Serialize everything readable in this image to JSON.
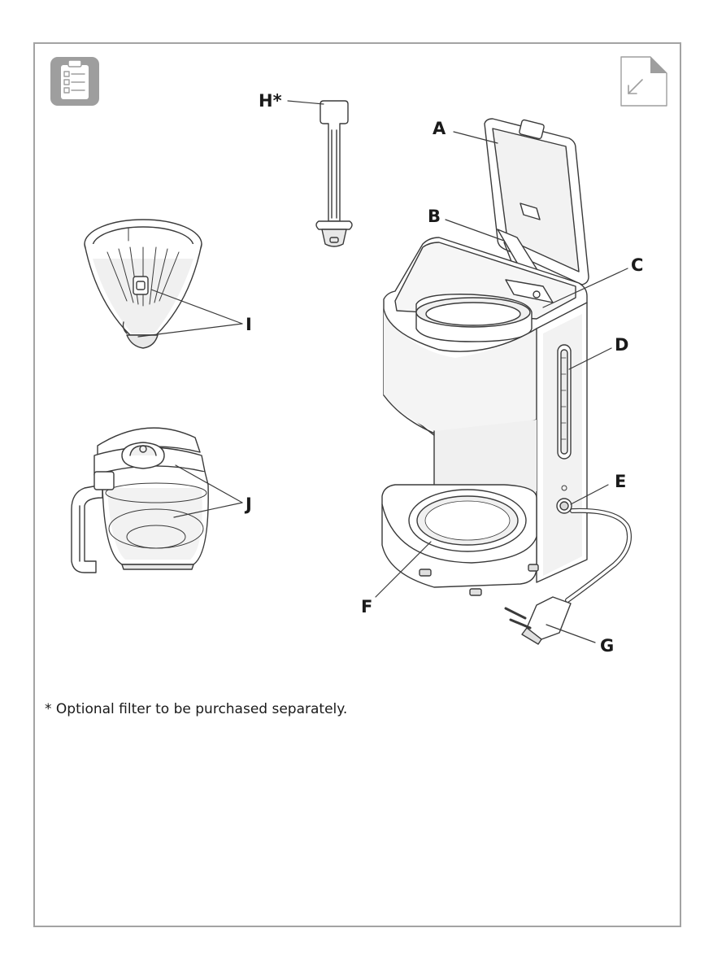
{
  "labels": {
    "A": "A",
    "B": "B",
    "C": "C",
    "D": "D",
    "E": "E",
    "F": "F",
    "G": "G",
    "H": "H*",
    "I": "I",
    "J": "J"
  },
  "footnote": "* Optional filter to be purchased separately.",
  "icons": {
    "top_left": "checklist-icon",
    "top_right": "page-corner-arrow-icon"
  },
  "colors": {
    "frame": "#a3a3a3",
    "icon_fill": "#9e9e9e",
    "line_art": "#3a3a3a",
    "shading": "#e8e8e8"
  }
}
